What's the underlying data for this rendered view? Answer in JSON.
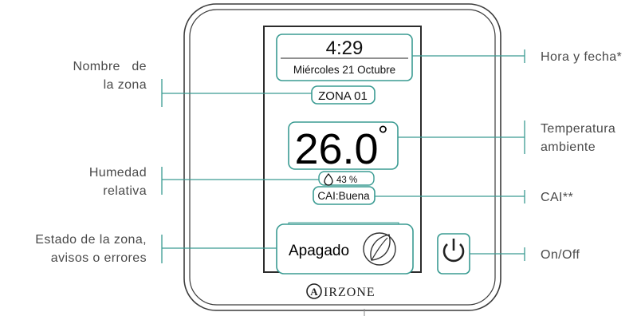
{
  "device": {
    "time": "4:29",
    "date": "Miércoles 21 Octubre",
    "zone_name": "ZONA 01",
    "temperature": "26.0",
    "degree_symbol": "°",
    "humidity": "43 %",
    "air_quality": "CAI:Buena",
    "status": "Apagado",
    "brand": "IRZONE",
    "brand_initial": "A"
  },
  "callouts": {
    "hora_fecha": "Hora y fecha*",
    "nombre_zona": [
      "Nombre   de",
      "la zona"
    ],
    "temperatura": [
      "Temperatura",
      "ambiente"
    ],
    "humedad": [
      "Humedad",
      "relativa"
    ],
    "cai": "CAI**",
    "estado": [
      "Estado de la zona,",
      "avisos o errores"
    ],
    "onoff": "On/Off"
  },
  "colors": {
    "teal": "#3a9b92",
    "frame": "#3c3c3c",
    "label_text": "#4a4a4a"
  },
  "icons": [
    "water-drop-icon",
    "leaf-icon",
    "power-icon",
    "airzone-logo"
  ]
}
